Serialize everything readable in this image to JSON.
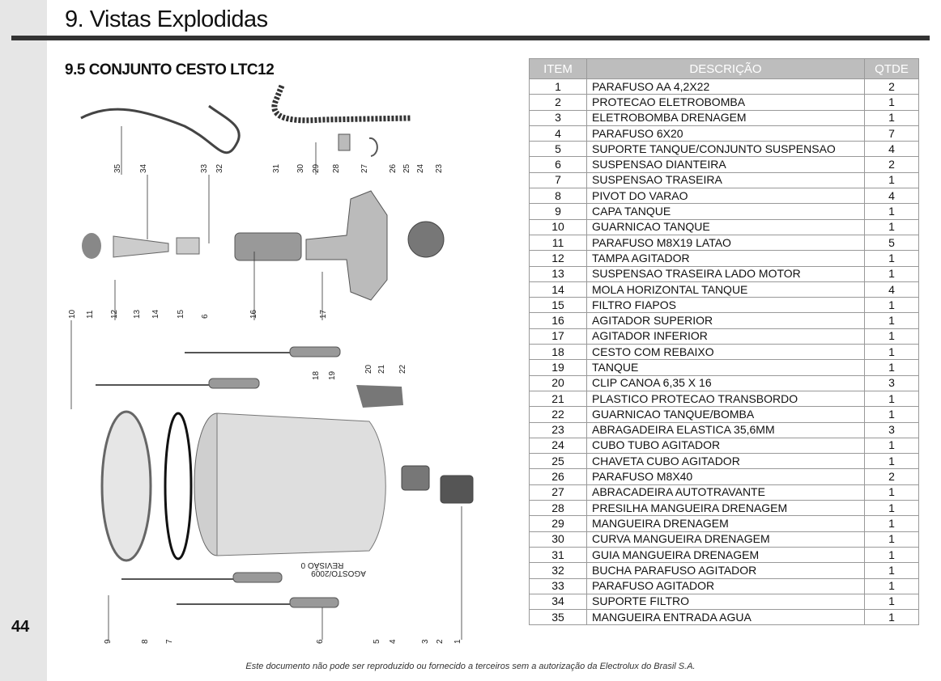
{
  "page": {
    "title": "9. Vistas Explodidas",
    "subtitle": "9.5 CONJUNTO CESTO LTC12",
    "page_number": "44",
    "footer": "Este documento não pode ser reproduzido ou fornecido a terceiros sem a autorização da Electrolux do Brasil S.A.",
    "revision_line1": "REVISÃO 0",
    "revision_line2": "AGOSTO/2009"
  },
  "table": {
    "headers": [
      "ITEM",
      "DESCRIÇÃO",
      "QTDE"
    ],
    "rows": [
      [
        "1",
        "PARAFUSO AA 4,2X22",
        "2"
      ],
      [
        "2",
        "PROTECAO ELETROBOMBA",
        "1"
      ],
      [
        "3",
        "ELETROBOMBA DRENAGEM",
        "1"
      ],
      [
        "4",
        "PARAFUSO 6X20",
        "7"
      ],
      [
        "5",
        "SUPORTE TANQUE/CONJUNTO SUSPENSAO",
        "4"
      ],
      [
        "6",
        "SUSPENSAO DIANTEIRA",
        "2"
      ],
      [
        "7",
        "SUSPENSAO TRASEIRA",
        "1"
      ],
      [
        "8",
        "PIVOT DO VARAO",
        "4"
      ],
      [
        "9",
        "CAPA TANQUE",
        "1"
      ],
      [
        "10",
        "GUARNICAO TANQUE",
        "1"
      ],
      [
        "11",
        "PARAFUSO M8X19 LATAO",
        "5"
      ],
      [
        "12",
        "TAMPA AGITADOR",
        "1"
      ],
      [
        "13",
        "SUSPENSAO TRASEIRA LADO MOTOR",
        "1"
      ],
      [
        "14",
        "MOLA HORIZONTAL TANQUE",
        "4"
      ],
      [
        "15",
        "FILTRO FIAPOS",
        "1"
      ],
      [
        "16",
        "AGITADOR SUPERIOR",
        "1"
      ],
      [
        "17",
        "AGITADOR INFERIOR",
        "1"
      ],
      [
        "18",
        "CESTO COM REBAIXO",
        "1"
      ],
      [
        "19",
        "TANQUE",
        "1"
      ],
      [
        "20",
        "CLIP CANOA 6,35 X 16",
        "3"
      ],
      [
        "21",
        "PLASTICO PROTECAO TRANSBORDO",
        "1"
      ],
      [
        "22",
        "GUARNICAO TANQUE/BOMBA",
        "1"
      ],
      [
        "23",
        "ABRAGADEIRA ELASTICA 35,6MM",
        "3"
      ],
      [
        "24",
        "CUBO TUBO AGITADOR",
        "1"
      ],
      [
        "25",
        "CHAVETA CUBO AGITADOR",
        "1"
      ],
      [
        "26",
        "PARAFUSO M8X40",
        "2"
      ],
      [
        "27",
        "ABRACADEIRA AUTOTRAVANTE",
        "1"
      ],
      [
        "28",
        "PRESILHA MANGUEIRA DRENAGEM",
        "1"
      ],
      [
        "29",
        "MANGUEIRA DRENAGEM",
        "1"
      ],
      [
        "30",
        "CURVA MANGUEIRA DRENAGEM",
        "1"
      ],
      [
        "31",
        "GUIA MANGUEIRA DRENAGEM",
        "1"
      ],
      [
        "32",
        "BUCHA PARAFUSO AGITADOR",
        "1"
      ],
      [
        "33",
        "PARAFUSO AGITADOR",
        "1"
      ],
      [
        "34",
        "SUPORTE FILTRO",
        "1"
      ],
      [
        "35",
        "MANGUEIRA ENTRADA AGUA",
        "1"
      ]
    ]
  },
  "diagram": {
    "labels_top": [
      "35",
      "34",
      "33",
      "32",
      "31",
      "30",
      "29",
      "28",
      "27",
      "26",
      "25",
      "24",
      "23"
    ],
    "labels_mid": [
      "10",
      "11",
      "12",
      "13",
      "14",
      "15",
      "6",
      "16",
      "17"
    ],
    "labels_mid2": [
      "18",
      "19",
      "20",
      "21",
      "22"
    ],
    "labels_bottom": [
      "9",
      "8",
      "7",
      "6",
      "5",
      "4",
      "3",
      "2",
      "1"
    ]
  }
}
